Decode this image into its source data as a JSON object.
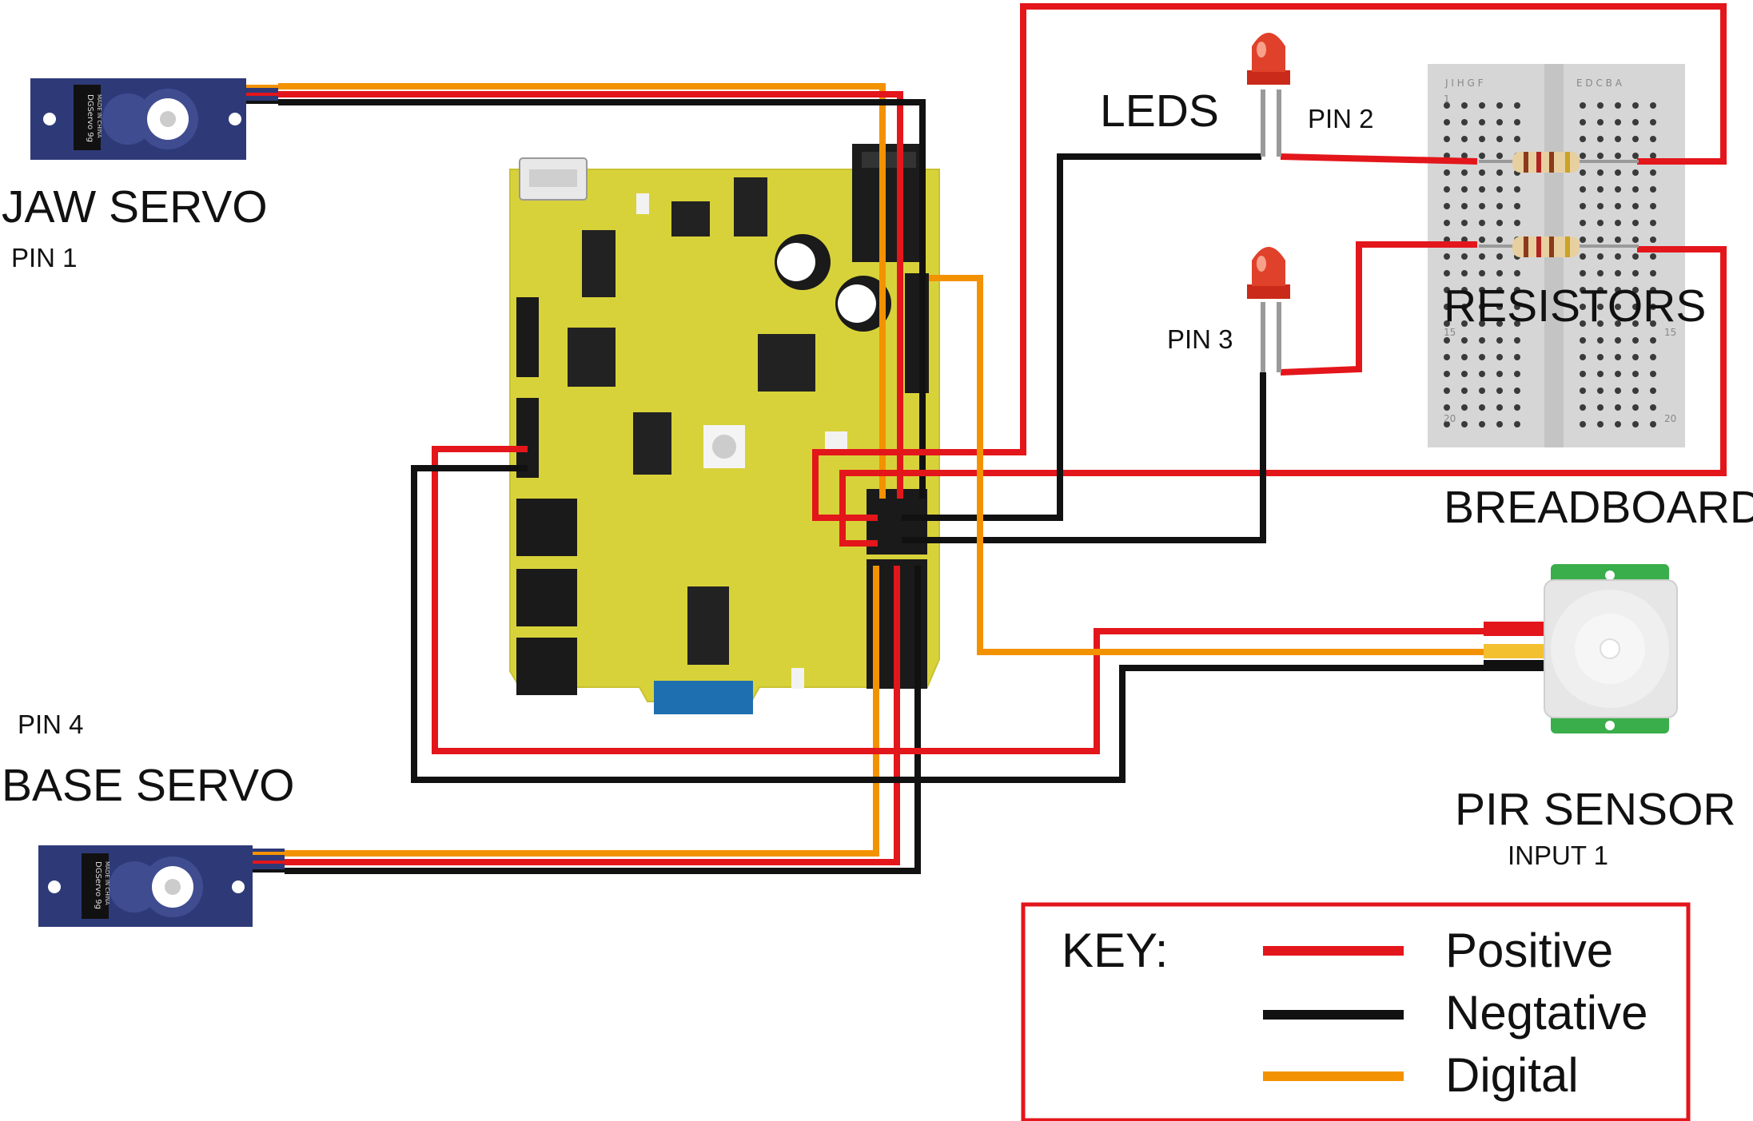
{
  "labels": {
    "jaw_servo": "JAW SERVO",
    "jaw_pin": "PIN 1",
    "base_servo": "BASE SERVO",
    "base_pin": "PIN 4",
    "leds": "LEDS",
    "pin2": "PIN 2",
    "pin3": "PIN 3",
    "resistors": "RESISTORS",
    "breadboard": "BREADBOARD",
    "pir_sensor": "PIR SENSOR",
    "pir_input": "INPUT 1"
  },
  "servo_text": {
    "model": "DGServo 9g",
    "origin": "MADE IN CHINA"
  },
  "breadboard_text": {
    "row_start": "1",
    "row_mid": "15",
    "row_end": "20",
    "cols_left": "J I H G F",
    "cols_right": "E D C B A"
  },
  "key": {
    "title": "KEY:",
    "items": [
      {
        "label": "Positive",
        "color": "#e3161b"
      },
      {
        "label": "Negtative",
        "color": "#111111"
      },
      {
        "label": "Digital",
        "color": "#f39200"
      }
    ]
  },
  "colors": {
    "positive": "#e3161b",
    "negative": "#111111",
    "digital": "#f39200",
    "board": "#d8d23a",
    "servo_body": "#2e3a78",
    "breadboard": "#d6d6d6",
    "pir_green": "#3aae4a"
  }
}
